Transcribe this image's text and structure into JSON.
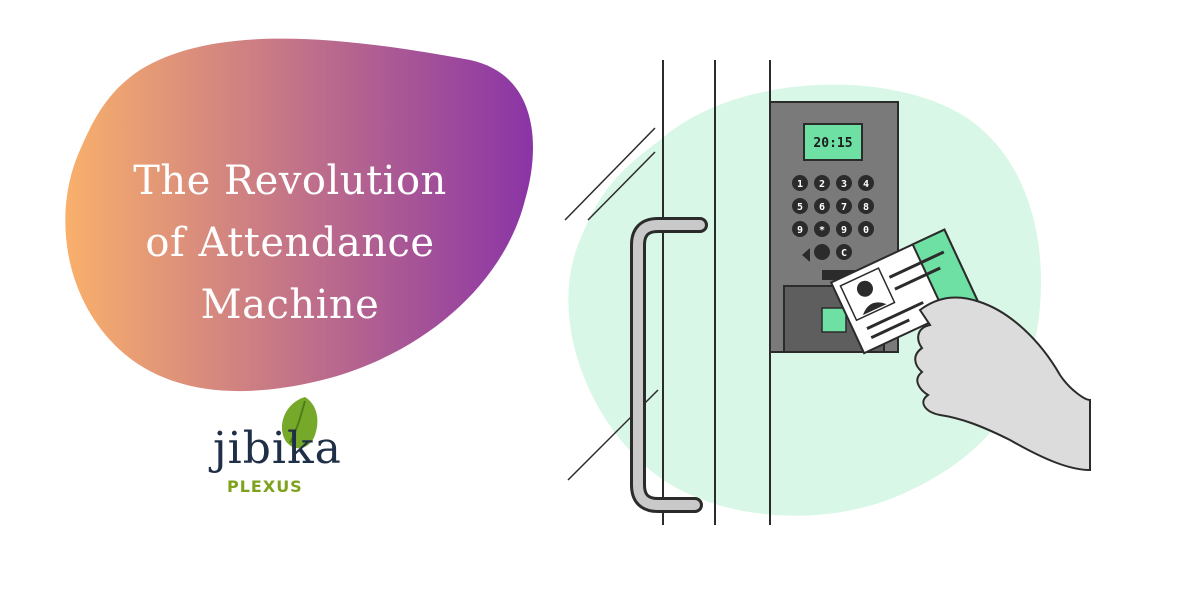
{
  "headline": {
    "line1": "The Revolution",
    "line2": "of Attendance",
    "line3": "Machine"
  },
  "logo": {
    "word": "jibika",
    "sub": "PLEXUS"
  },
  "device": {
    "screen_time": "20:15",
    "keys": [
      "1",
      "2",
      "3",
      "4",
      "5",
      "6",
      "7",
      "8",
      "9",
      "*",
      "9",
      "0",
      "C"
    ]
  },
  "colors": {
    "gradient_start": "#f9b06b",
    "gradient_end": "#8a34a6",
    "mint": "#d8f7e6",
    "accent_green": "#6fe0a3",
    "device_gray": "#7a7a7a"
  }
}
